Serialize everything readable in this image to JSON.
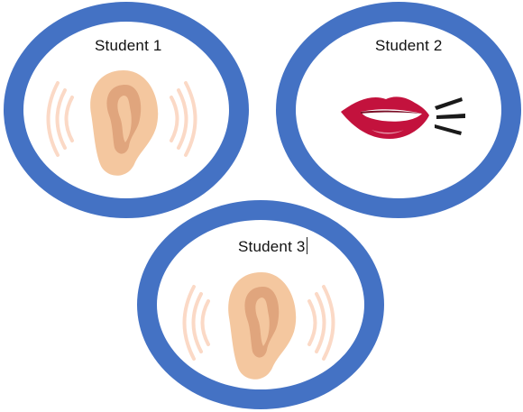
{
  "students": [
    {
      "label": "Student 1",
      "role": "ear-icon"
    },
    {
      "label": "Student 2",
      "role": "speaking-mouth-icon"
    },
    {
      "label": "Student 3",
      "role": "ear-icon"
    }
  ],
  "colors": {
    "ring": "#4472c4",
    "skin": "#f4c79f",
    "skin_shade": "#d99a72",
    "sound_waves": "#fbd9c6",
    "lips": "#c3123d",
    "teeth": "#ffffff",
    "speech_lines": "#1a1a1a"
  }
}
